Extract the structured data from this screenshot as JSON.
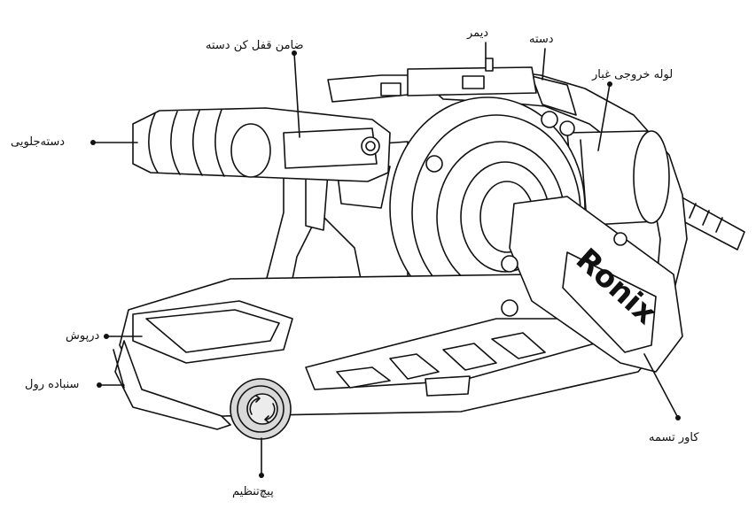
{
  "labels": {
    "dimmer": "دیمر",
    "handle": "دسته",
    "dust_outlet": "لوله خروجی غبار",
    "lock_button": "ضامن قفل کن دسته",
    "front_handle": "دسته‌جلویی",
    "cover": "درپوش",
    "sanding_belt": "سنباده رول",
    "belt_cover": "کاور تسمه",
    "adjust_screw": "پیچ‌تنظیم"
  },
  "brand": "Ronix",
  "colors": {
    "line": "#111111",
    "knob": "#d9d9d9",
    "fill": "#ffffff"
  }
}
